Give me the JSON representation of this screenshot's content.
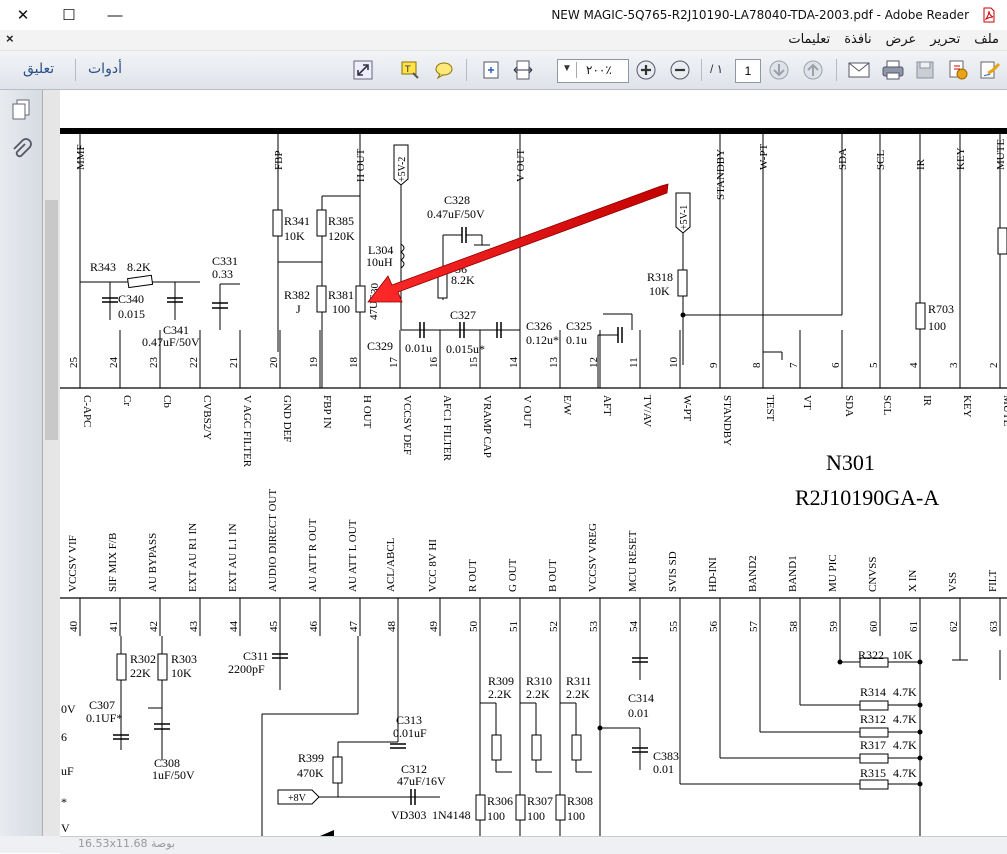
{
  "window": {
    "title": "NEW MAGIC-5Q765-R2J10190-LA78040-TDA-2003.pdf - Adobe Reader",
    "minimize": "—",
    "maximize": "☐",
    "close": "✕"
  },
  "menubar": {
    "close_doc": "×",
    "items": [
      "ملف",
      "تحرير",
      "عرض",
      "نافذة",
      "تعليمات"
    ]
  },
  "toolbar": {
    "tools_label": "أدوات",
    "comment_label": "تعليق",
    "zoom_value": "٢٠٠٪",
    "page_current": "1",
    "page_total": "/ ١"
  },
  "status": {
    "page_size": "16.53x11.68 بوصة"
  },
  "schematic": {
    "chip_name": "N301",
    "chip_part": "R2J10190GA-A",
    "top_signals": [
      "MMF",
      "FBP",
      "H OUT",
      "V OUT",
      "STANDBY",
      "W-PT",
      "SDA",
      "SCL",
      "IR",
      "KEY",
      "MUTE"
    ],
    "supply_tags": [
      "+5V-2",
      "+5V-1",
      "+8V"
    ],
    "upper_pins": [
      {
        "num": "25",
        "label": "C-APC"
      },
      {
        "num": "24",
        "label": "Cr"
      },
      {
        "num": "23",
        "label": "Cb"
      },
      {
        "num": "22",
        "label": "CVBS2/Y"
      },
      {
        "num": "21",
        "label": "V AGC FILTER"
      },
      {
        "num": "20",
        "label": "GND DEF"
      },
      {
        "num": "19",
        "label": "FBP IN"
      },
      {
        "num": "18",
        "label": "H OUT"
      },
      {
        "num": "17",
        "label": "VCCSV DEF"
      },
      {
        "num": "16",
        "label": "AFC1 FILTER"
      },
      {
        "num": "15",
        "label": "VRAMP CAP"
      },
      {
        "num": "14",
        "label": "V OUT"
      },
      {
        "num": "13",
        "label": "E/W"
      },
      {
        "num": "12",
        "label": "AFT"
      },
      {
        "num": "11",
        "label": "TV/AV"
      },
      {
        "num": "10",
        "label": "W-PT"
      },
      {
        "num": "9",
        "label": "STANDBY"
      },
      {
        "num": "8",
        "label": "TEST"
      },
      {
        "num": "7",
        "label": "VT"
      },
      {
        "num": "6",
        "label": "SDA"
      },
      {
        "num": "5",
        "label": "SCL"
      },
      {
        "num": "4",
        "label": "IR"
      },
      {
        "num": "3",
        "label": "KEY"
      },
      {
        "num": "2",
        "label": "MUTE"
      }
    ],
    "lower_pins": [
      {
        "num": "40",
        "label": "VCCSV VIF"
      },
      {
        "num": "41",
        "label": "SIF MIX F/B"
      },
      {
        "num": "42",
        "label": "AU BYPASS"
      },
      {
        "num": "43",
        "label": "EXT AU R1 IN"
      },
      {
        "num": "44",
        "label": "EXT AU L1 IN"
      },
      {
        "num": "45",
        "label": "AUDIO DIRECT OUT"
      },
      {
        "num": "46",
        "label": "AU ATT R OUT"
      },
      {
        "num": "47",
        "label": "AU ATT L OUT"
      },
      {
        "num": "48",
        "label": "ACL/ABCL"
      },
      {
        "num": "49",
        "label": "VCC 8V HI"
      },
      {
        "num": "50",
        "label": "R OUT"
      },
      {
        "num": "51",
        "label": "G OUT"
      },
      {
        "num": "52",
        "label": "B OUT"
      },
      {
        "num": "53",
        "label": "VCCSV VREG"
      },
      {
        "num": "54",
        "label": "MCU RESET"
      },
      {
        "num": "55",
        "label": "SVIS SD"
      },
      {
        "num": "56",
        "label": "HD-INI"
      },
      {
        "num": "57",
        "label": "BAND2"
      },
      {
        "num": "58",
        "label": "BAND1"
      },
      {
        "num": "59",
        "label": "MU PIC"
      },
      {
        "num": "60",
        "label": "CNVSS"
      },
      {
        "num": "61",
        "label": "X IN"
      },
      {
        "num": "62",
        "label": "VSS"
      },
      {
        "num": "63",
        "label": "FILT"
      }
    ],
    "components": {
      "r343": "R343",
      "r343v": "8.2K",
      "c340": "C340",
      "c340v": "0.015",
      "c341": "C341",
      "c341v": "0.47uF/50V",
      "c331": "C331",
      "c331v": "0.33",
      "r341": "R341",
      "r341v": "10K",
      "r385": "R385",
      "r385v": "120K",
      "r382": "R382",
      "r382v": "J",
      "r381": "R381",
      "r381v": "100",
      "l304": "L304",
      "l304v": "10uH",
      "c328": "C328",
      "c328v": "0.47uF/50V",
      "r36": "36",
      "r36v": "8.2K",
      "c327": "C327",
      "c329": "C329",
      "c329v": "0.01u",
      "c327v": "0.015u*",
      "c326": "C326",
      "c326v": "0.12u*",
      "c325": "C325",
      "c325v": "0.1u",
      "c30frag": "30",
      "c30v": "47UF",
      "r318": "R318",
      "r318v": "10K",
      "r703": "R703",
      "r703v": "100",
      "r302": "R302",
      "r302v": "22K",
      "r303": "R303",
      "r303v": "10K",
      "c311": "C311",
      "c311v": "2200pF",
      "c307": "C307",
      "c307v": "0.1UF*",
      "c308": "C308",
      "c308v": "1uF/50V",
      "frag_v": "0V",
      "frag_6": "6",
      "frag_uf": "uF",
      "frag_star": "*",
      "frag_v2": "V",
      "r309": "R309",
      "r309v": "2.2K",
      "r310": "R310",
      "r310v": "2.2K",
      "r311": "R311",
      "r311v": "2.2K",
      "c314": "C314",
      "c314v": "0.01",
      "c383": "C383",
      "c383v": "0.01",
      "r322": "R322",
      "r322v": "10K",
      "r314": "R314",
      "r314v": "4.7K",
      "r312": "R312",
      "r312v": "4.7K",
      "r317": "R317",
      "r317v": "4.7K",
      "r315": "R315",
      "r315v": "4.7K",
      "c313": "C313",
      "c313v": "0.01uF",
      "c312": "C312",
      "c312v": "47uF/16V",
      "r399": "R399",
      "r399v": "470K",
      "vd303": "VD303",
      "vd303v": "1N4148",
      "r306": "R306",
      "r306v": "100",
      "r307": "R307",
      "r307v": "100",
      "r308": "R308",
      "r308v": "100"
    }
  }
}
